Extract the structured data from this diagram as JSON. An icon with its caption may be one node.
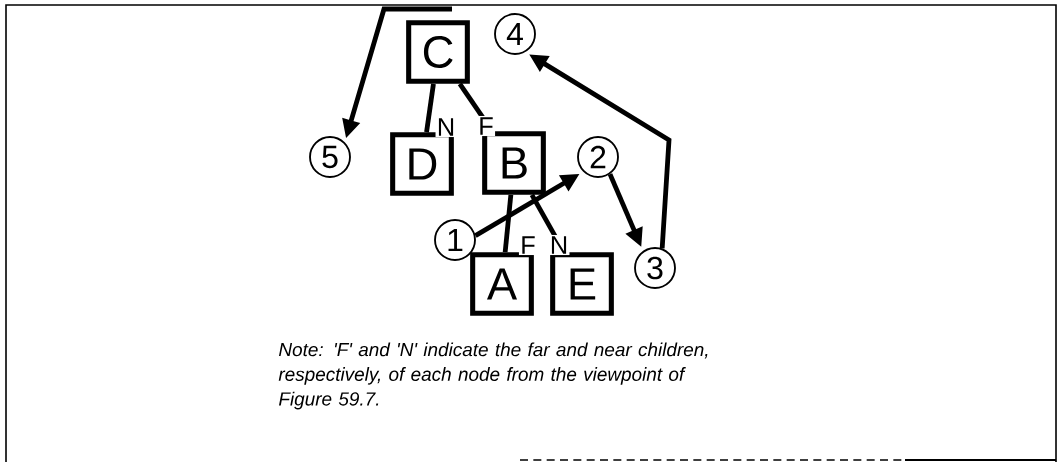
{
  "diagram": {
    "nodes": [
      {
        "text": [
          "C"
        ]
      },
      {
        "text": [
          "4"
        ]
      },
      {
        "text": [
          "5"
        ]
      },
      {
        "text": [
          "D"
        ]
      },
      {
        "text": [
          "B"
        ]
      },
      {
        "text": [
          "2"
        ]
      },
      {
        "text": [
          "1"
        ]
      },
      {
        "text": [
          "A"
        ]
      },
      {
        "text": [
          "E"
        ]
      },
      {
        "text": [
          "3"
        ]
      }
    ],
    "edges": [
      {
        "from": 0,
        "to": 3,
        "arrow": "none",
        "label": "N"
      },
      {
        "from": 0,
        "to": 4,
        "arrow": "none",
        "label": "F"
      },
      {
        "from": 4,
        "to": 7,
        "arrow": "none",
        "label": "F"
      },
      {
        "from": 4,
        "to": 8,
        "arrow": "none",
        "label": "N"
      },
      {
        "from": 6,
        "to": 5,
        "arrow": "to"
      },
      {
        "from": 5,
        "to": 9,
        "arrow": "to"
      },
      {
        "from": 9,
        "to": 1,
        "arrow": "to"
      },
      {
        "from": null,
        "to": 2,
        "arrow": "to"
      }
    ],
    "caption": "Note: 'F' and 'N' indicate the far and near children, respectively, of each node from the viewpoint of Figure 59.7."
  }
}
